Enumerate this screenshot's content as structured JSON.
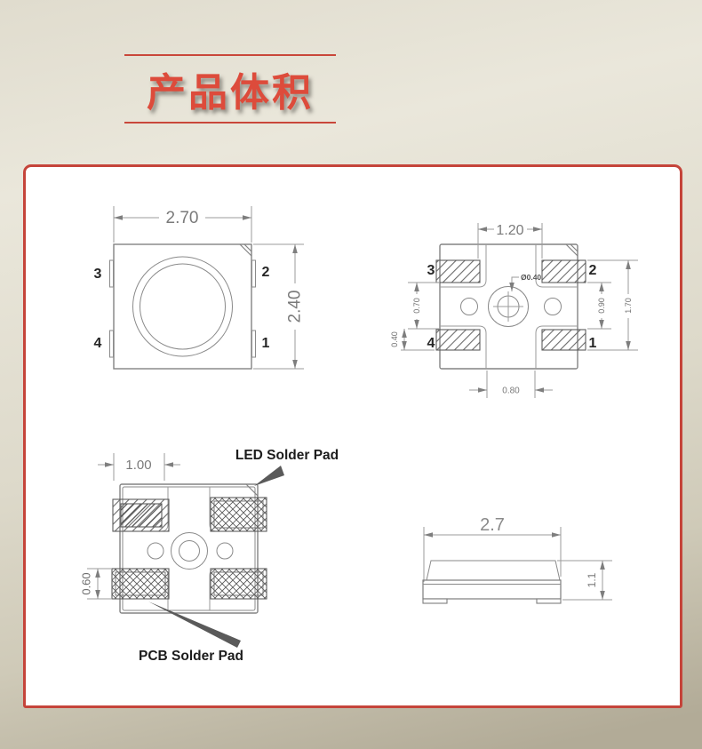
{
  "header": {
    "title": "产品体积"
  },
  "colors": {
    "accent_red": "#c5443a",
    "line_gray": "#838383"
  },
  "drawings": {
    "front_view": {
      "dim_width": "2.70",
      "dim_height": "2.40",
      "pin_top_left": "3",
      "pin_top_right": "2",
      "pin_bottom_left": "4",
      "pin_bottom_right": "1"
    },
    "pad_view": {
      "dim_gap_top": "1.20",
      "dim_left_upper": "0.70",
      "dim_left_lower": "0.40",
      "dim_hole": "Ø0.40",
      "dim_right_inner": "0.90",
      "dim_right_outer": "1.70",
      "dim_gap_bottom": "0.80",
      "pin_top_left": "3",
      "pin_top_right": "2",
      "pin_bottom_left": "4",
      "pin_bottom_right": "1"
    },
    "pcb_view": {
      "dim_pad_width": "1.00",
      "dim_pad_height": "0.60",
      "label_led_pad": "LED Solder Pad",
      "label_pcb_pad": "PCB Solder Pad"
    },
    "side_view": {
      "dim_width": "2.7",
      "dim_height": "1.1"
    }
  }
}
